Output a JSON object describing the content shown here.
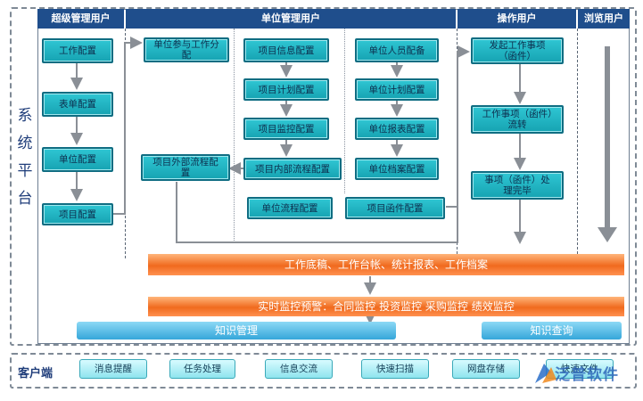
{
  "platform_label": [
    "系",
    "统",
    "平",
    "台"
  ],
  "headers": {
    "super_admin": "超级管理用户",
    "unit_admin": "单位管理用户",
    "operator": "操作用户",
    "viewer": "浏览用户"
  },
  "super_admin_boxes": [
    "工作配置",
    "表单配置",
    "单位配置",
    "项目配置"
  ],
  "unit_boxes": {
    "work_assign": "单位参与工作分配",
    "project_external_flow": "项目外部流程配置",
    "project_info": "项目信息配置",
    "project_plan": "项目计划配置",
    "project_monitor": "项目监控配置",
    "project_internal_flow": "项目内部流程配置",
    "unit_flow": "单位流程配置",
    "unit_staff": "单位人员配备",
    "unit_plan": "单位计划配置",
    "unit_report": "单位报表配置",
    "unit_archive": "单位档案配置",
    "project_docs": "项目函件配置"
  },
  "operator_boxes": {
    "initiate": "发起工作事项（函件）",
    "transfer": "工作事项（函件）流转",
    "complete": "事项（函件）处理完毕"
  },
  "orange_bars": {
    "work_docs": "工作底稿、工作台帐、统计报表、工作档案",
    "monitor": "实时监控预警：合同监控 投资监控 采购监控 绩效监控"
  },
  "blue_bars": {
    "knowledge_mgmt": "知识管理",
    "knowledge_query": "知识查询"
  },
  "client": {
    "label": "客户端",
    "buttons": [
      "消息提醒",
      "任务处理",
      "信息交流",
      "快速扫描",
      "网盘存储",
      "快速文件"
    ]
  },
  "watermark": "泛普软件",
  "colors": {
    "header_bg": "#1f4e8c",
    "box_fill": "#1fb3c1",
    "orange_bar": "#f06a1e",
    "blue_bar": "#35a6da",
    "arrow": "#8a8f96"
  }
}
